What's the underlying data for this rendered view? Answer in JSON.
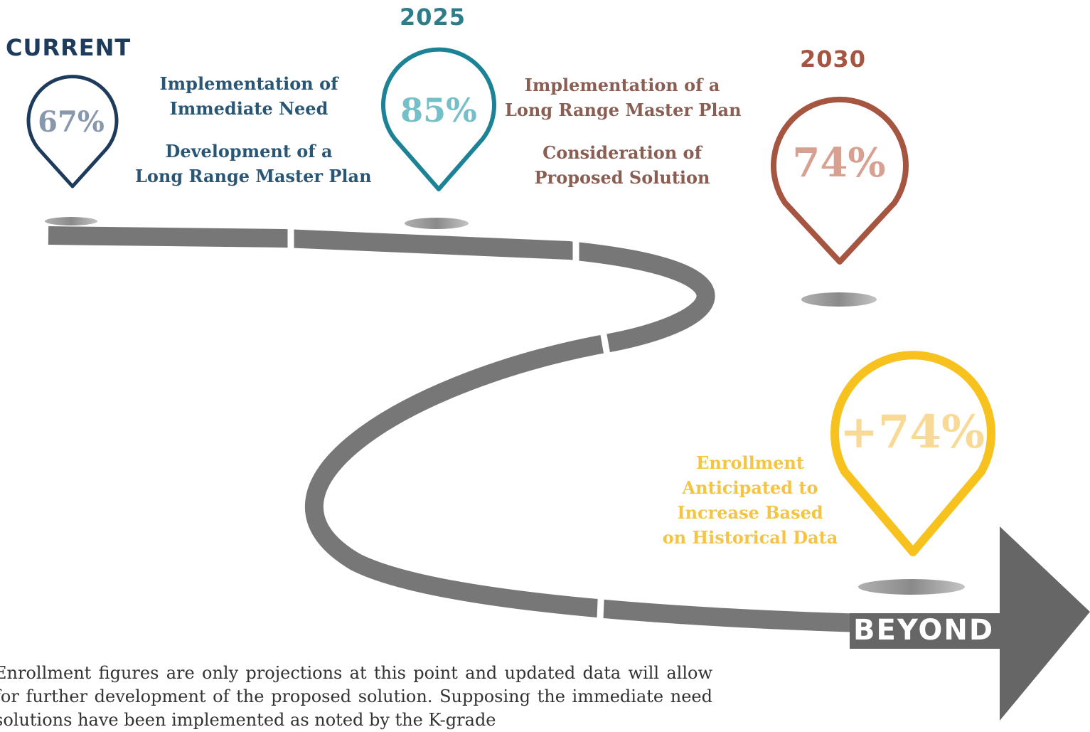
{
  "colors": {
    "current": "#1f3b5c",
    "y2025": "#1c8296",
    "y2030": "#a65540",
    "beyond": "#f7c21d",
    "road": "#6e6e6e"
  },
  "stages": {
    "current": {
      "label": "CURRENT",
      "percent": "67%",
      "notes": [
        "Implementation of",
        "Immediate Need",
        "Development of a",
        "Long Range Master Plan"
      ]
    },
    "y2025": {
      "label": "2025",
      "percent": "85%",
      "notes": [
        "Implementation of a",
        "Long Range Master Plan",
        "Consideration of",
        "Proposed Solution"
      ]
    },
    "y2030": {
      "label": "2030",
      "percent": "74%"
    },
    "beyond": {
      "label": "BEYOND",
      "percent": "+74%",
      "notes": [
        "Enrollment",
        "Anticipated to",
        "Increase Based",
        "on Historical Data"
      ]
    }
  },
  "footnote": "Enrollment figures are only projections at this point and updated data will allow for further development of the proposed solution.  Supposing the immediate need solutions have been implemented as noted by the K-grade"
}
